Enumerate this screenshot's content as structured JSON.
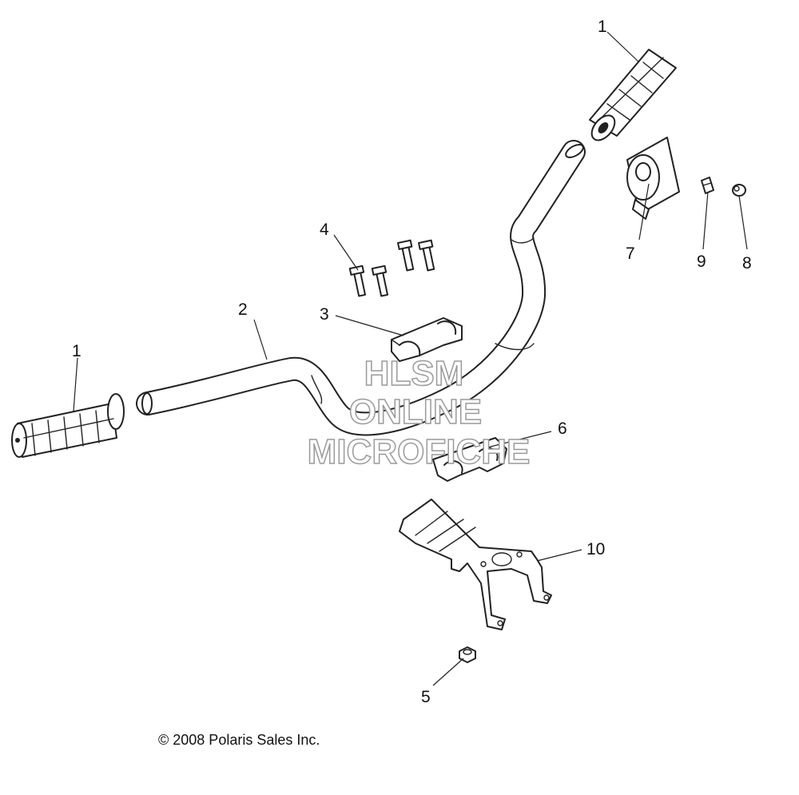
{
  "callouts": {
    "grip_right": "1",
    "grip_left": "1",
    "handlebar": "2",
    "clamp_upper": "3",
    "bolts": "4",
    "nut": "5",
    "clamp_lower": "6",
    "throttle_housing": "7",
    "part_9": "9",
    "part_8": "8",
    "bracket": "10"
  },
  "watermark": {
    "line1": "HLSM",
    "line2": "ONLINE",
    "line3": "MICROFICHE"
  },
  "copyright": "© 2008 Polaris Sales Inc.",
  "colors": {
    "line": "#222222",
    "watermark_outline": "#9a9a9a",
    "background": "#ffffff"
  }
}
